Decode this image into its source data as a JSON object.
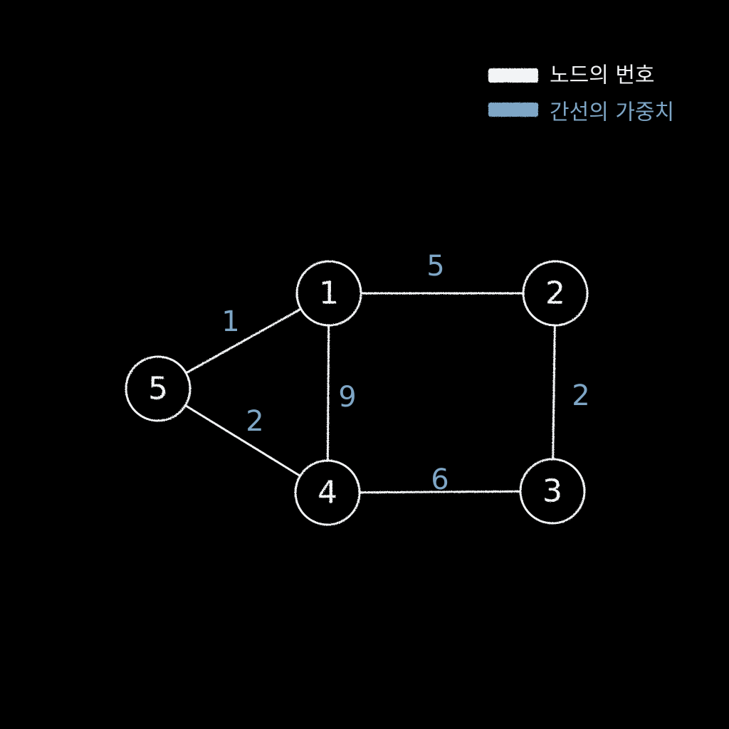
{
  "colors": {
    "background": "#000000",
    "chalk_white": "#f2f4f6",
    "chalk_blue": "#7ea6c6"
  },
  "legend": {
    "node_label": "노드의 번호",
    "edge_label": "간선의 가중치"
  },
  "nodes": [
    {
      "id": "1",
      "label": "1"
    },
    {
      "id": "2",
      "label": "2"
    },
    {
      "id": "3",
      "label": "3"
    },
    {
      "id": "4",
      "label": "4"
    },
    {
      "id": "5",
      "label": "5"
    }
  ],
  "edges": [
    {
      "from": "1",
      "to": "2",
      "weight": "5"
    },
    {
      "from": "2",
      "to": "3",
      "weight": "2"
    },
    {
      "from": "4",
      "to": "3",
      "weight": "6"
    },
    {
      "from": "1",
      "to": "4",
      "weight": "9"
    },
    {
      "from": "5",
      "to": "1",
      "weight": "1"
    },
    {
      "from": "5",
      "to": "4",
      "weight": "2"
    }
  ]
}
